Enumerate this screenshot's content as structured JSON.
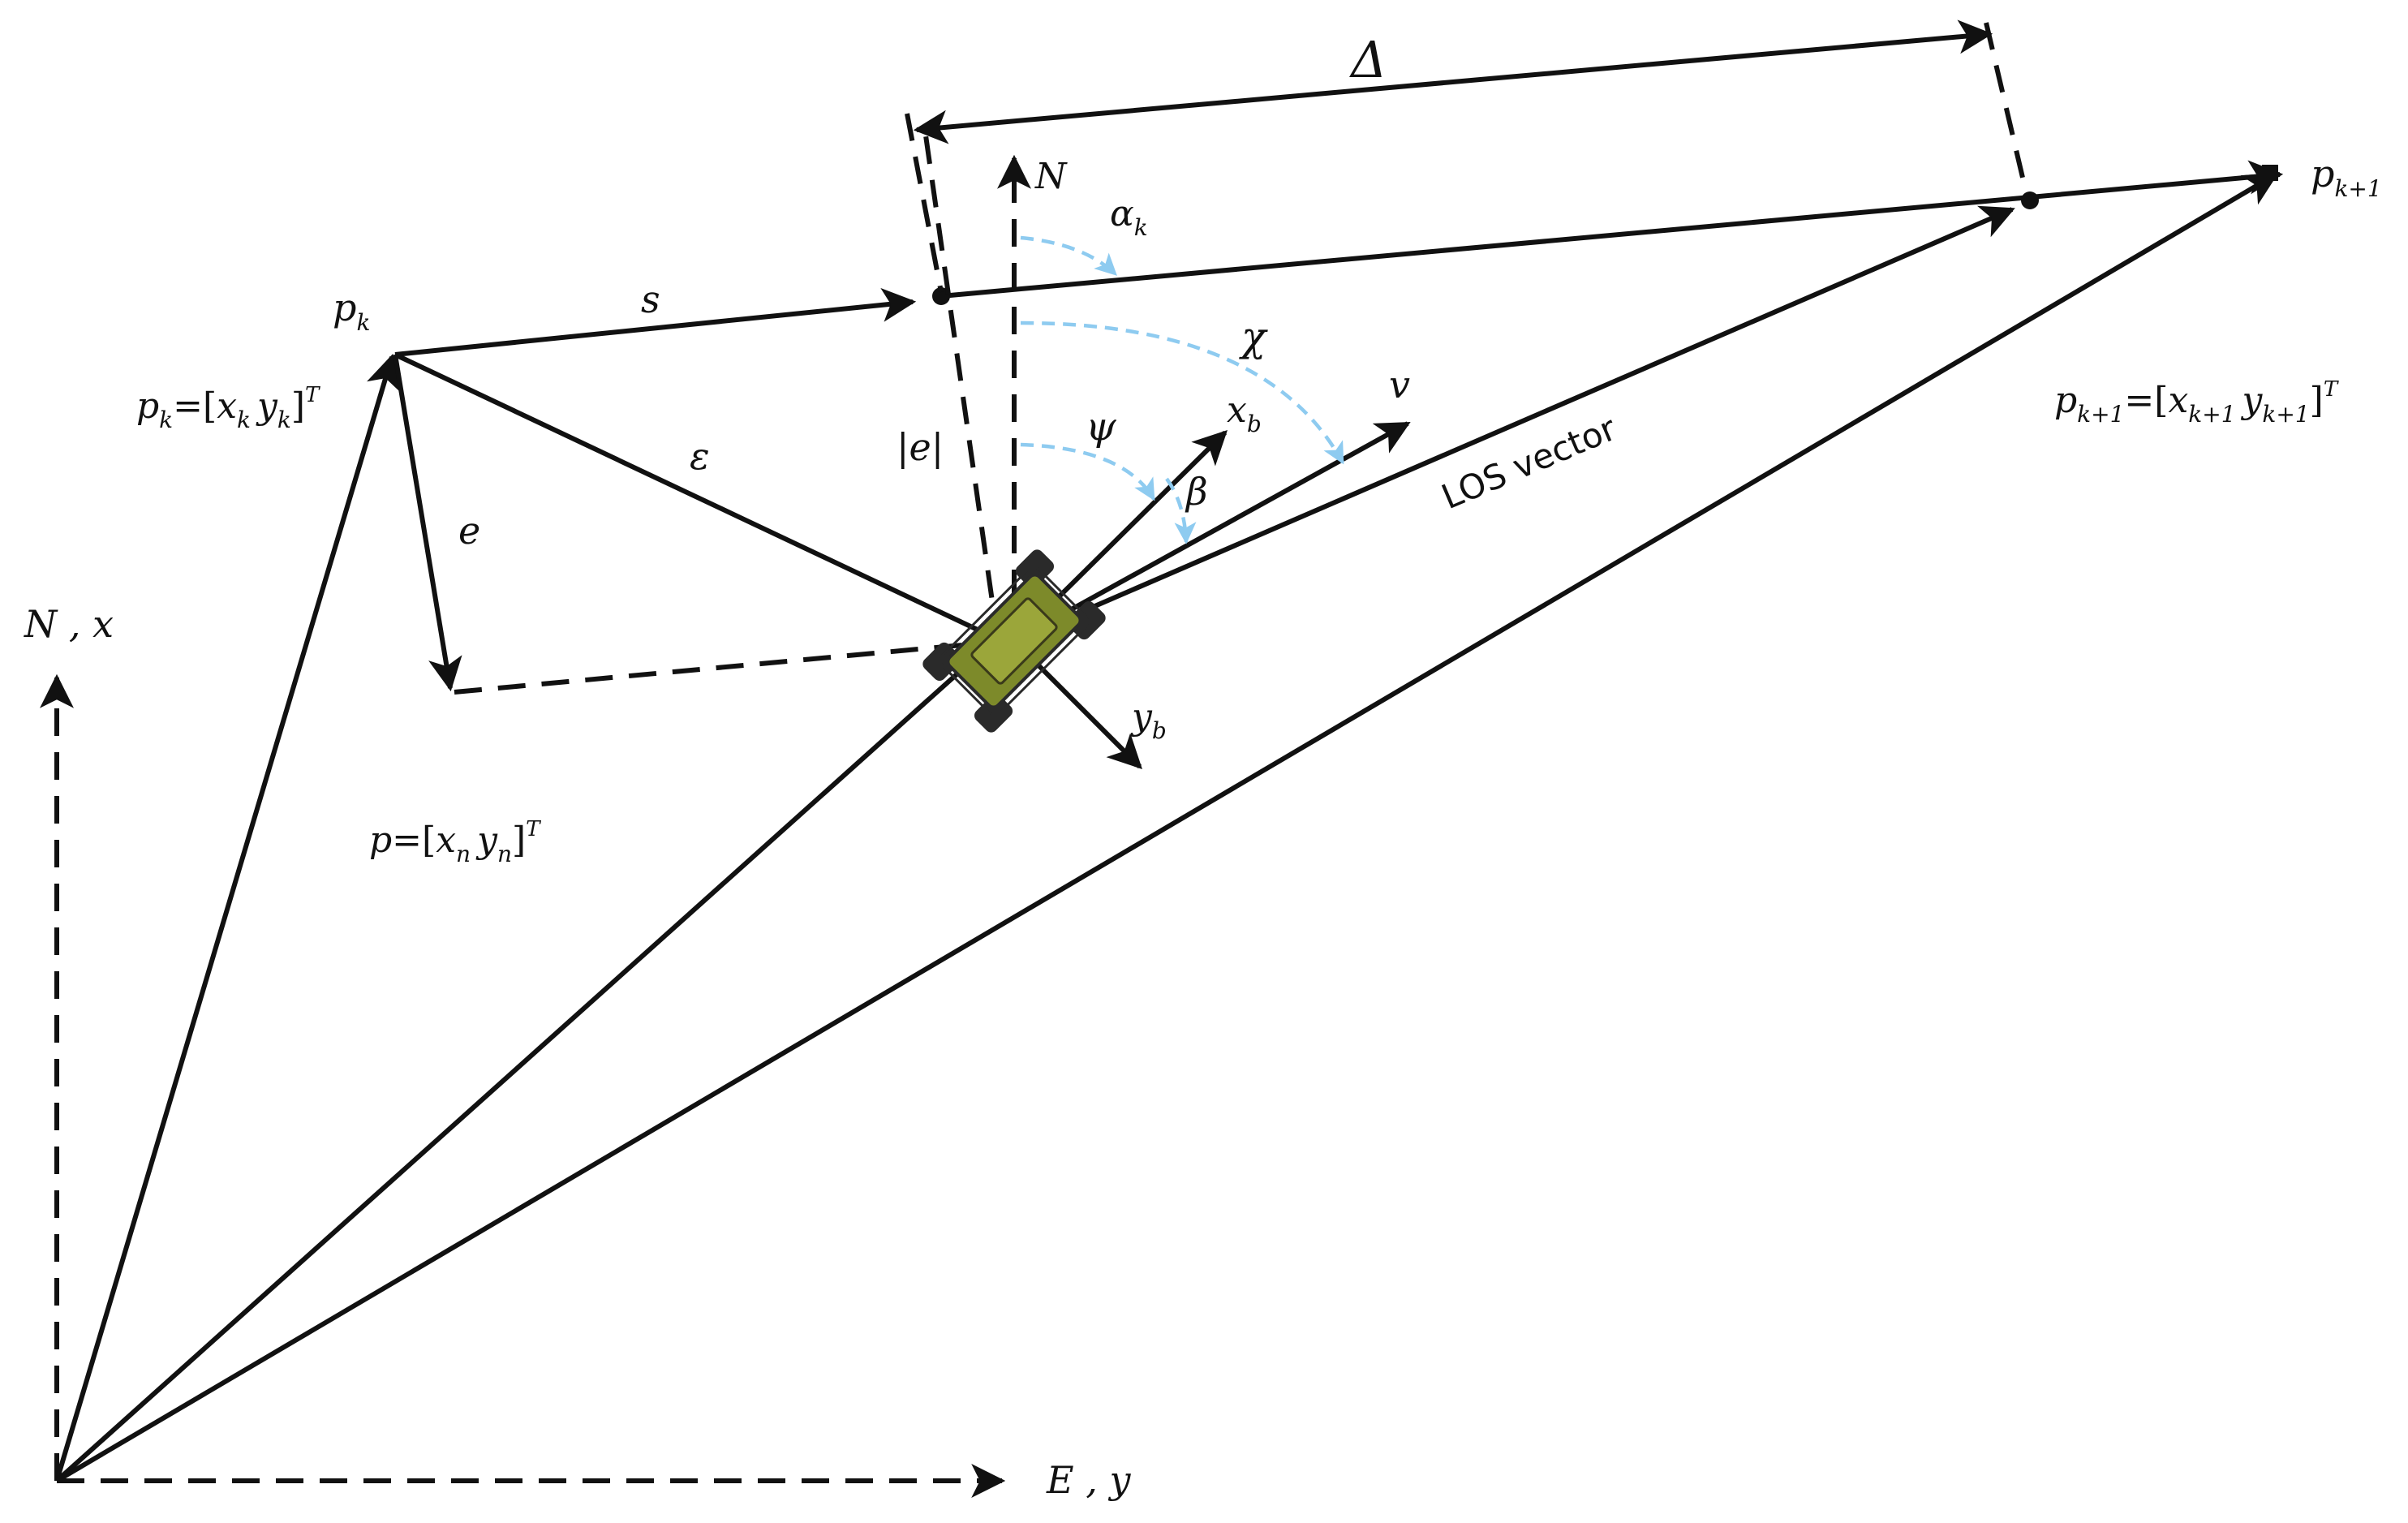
{
  "labels": {
    "delta": "Δ",
    "north_small": "N",
    "alpha": {
      "base": "α",
      "sub": "k"
    },
    "chi": "χ",
    "v": "v",
    "psi": "ψ",
    "xb": {
      "base": "x",
      "sub": "b"
    },
    "yb": {
      "base": "y",
      "sub": "b"
    },
    "beta": "β",
    "abs_e": "|e|",
    "s": "s",
    "epsilon": "ε",
    "e": "e",
    "los": "LOS vector",
    "pk": {
      "base": "p",
      "sub": "k"
    },
    "pk1": {
      "base": "p",
      "sub": "k+1"
    },
    "pk_eq": {
      "lhs": "p",
      "lhs_sub": "k",
      "open": "=[",
      "x": "x",
      "x_sub": "k",
      "y": "y",
      "y_sub": "k",
      "close": "]",
      "sup": "T"
    },
    "pk1_eq": {
      "lhs": "p",
      "lhs_sub": "k+1",
      "open": "=[",
      "x": "x",
      "x_sub": "k+1",
      "y": "y",
      "y_sub": "k+1",
      "close": "]",
      "sup": "T"
    },
    "p_eq": {
      "lhs": "p",
      "open": "=[",
      "x": "x",
      "x_sub": "n",
      "y": "y",
      "y_sub": "n",
      "close": "]",
      "sup": "T"
    },
    "axis_n": "N , x",
    "axis_e": "E , y"
  },
  "colors": {
    "line": "#111111",
    "angle_arc": "#8ecbf0",
    "vehicle_body": "#7d8a2a",
    "vehicle_wheel": "#2a2a2a"
  },
  "icons": {
    "vehicle": "rover-vehicle-icon"
  }
}
